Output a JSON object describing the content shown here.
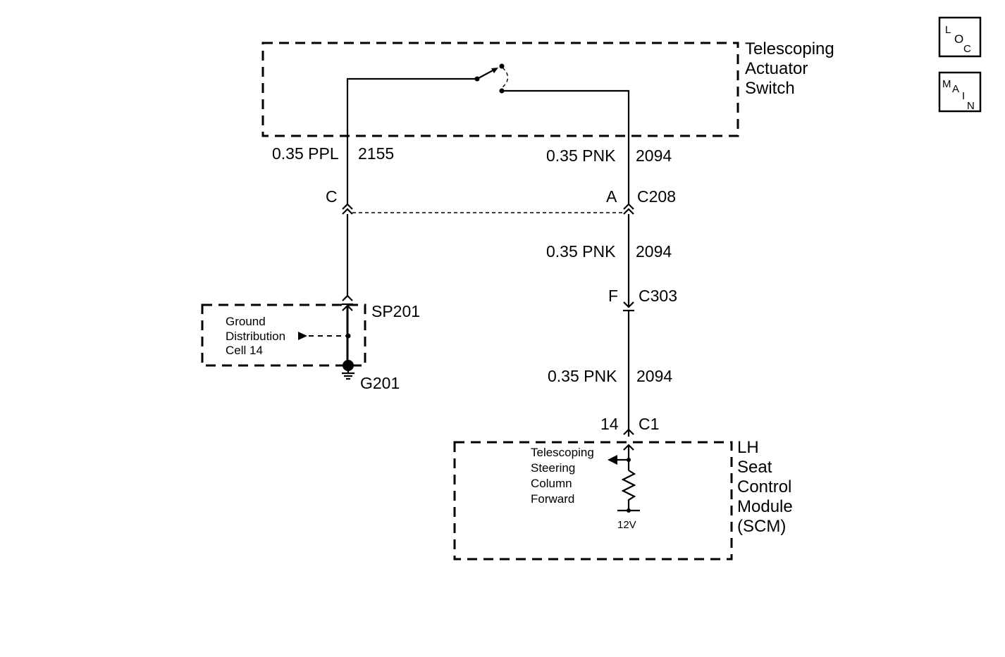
{
  "nav_icons": {
    "loc": [
      "L",
      "O",
      "C"
    ],
    "main": [
      "M",
      "A",
      "I",
      "N"
    ]
  },
  "switch": {
    "name_lines": [
      "Telescoping",
      "Actuator",
      "Switch"
    ]
  },
  "wires": {
    "left_top": {
      "gauge_color": "0.35 PPL",
      "circuit": "2155"
    },
    "right_top": {
      "gauge_color": "0.35 PNK",
      "circuit": "2094"
    },
    "right_mid": {
      "gauge_color": "0.35 PNK",
      "circuit": "2094"
    },
    "right_bottom": {
      "gauge_color": "0.35 PNK",
      "circuit": "2094"
    }
  },
  "connectors": {
    "c208": {
      "name": "C208",
      "left_pin": "C",
      "right_pin": "A"
    },
    "c303": {
      "name": "C303",
      "pin": "F"
    },
    "c1": {
      "name": "C1",
      "pin": "14"
    }
  },
  "ground": {
    "splice": "SP201",
    "ground_name": "G201",
    "cell_lines": [
      "Ground",
      "Distribution",
      "Cell 14"
    ]
  },
  "module": {
    "name_lines": [
      "LH",
      "Seat",
      "Control",
      "Module",
      "(SCM)"
    ],
    "signal_lines": [
      "Telescoping",
      "Steering",
      "Column",
      "Forward"
    ],
    "voltage": "12V"
  }
}
